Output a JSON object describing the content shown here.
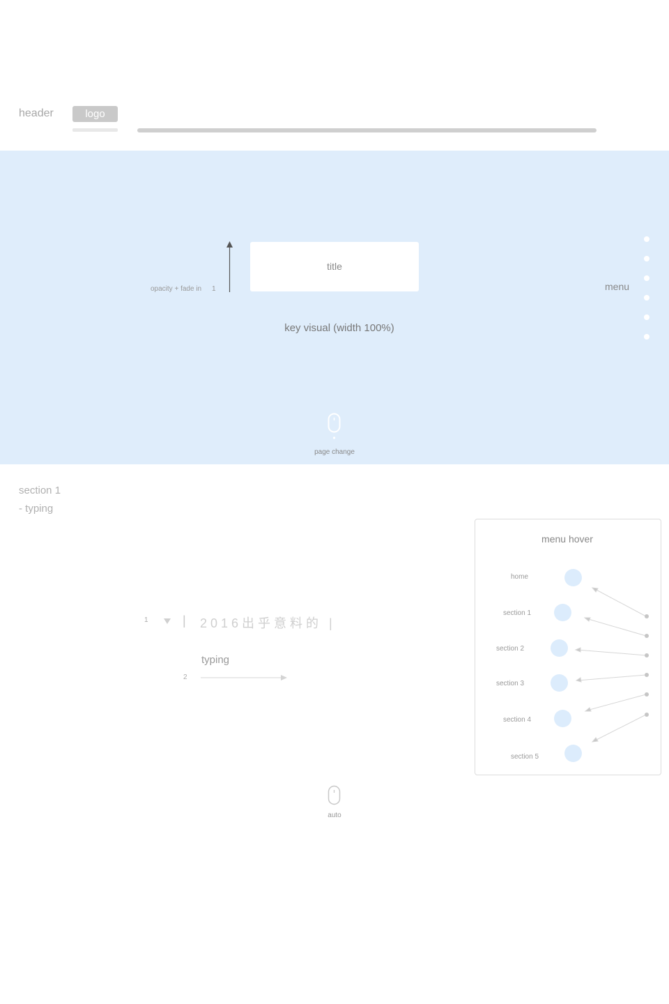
{
  "header": {
    "label": "header",
    "logo": "logo"
  },
  "key_visual": {
    "title": "title",
    "label": "key visual (width 100%)",
    "fade_note": "opacity + fade in",
    "fade_step": "1",
    "menu": "menu",
    "page_change": "page change",
    "menu_dot_count": 6
  },
  "section1": {
    "title_line1": "section 1",
    "title_line2": "- typing",
    "step1": "1",
    "cursor": "|",
    "typed_text": "2016出乎意料的 |",
    "typing_label": "typing",
    "step2": "2",
    "auto": "auto"
  },
  "menu_hover": {
    "title": "menu hover",
    "items": [
      "home",
      "section 1",
      "section 2",
      "section 3",
      "section 4",
      "section 5"
    ]
  },
  "colors": {
    "key_visual_bg": "#dfedfb",
    "circle": "#dcecfc",
    "logo_bg": "#c9c9c9"
  },
  "icons": [
    "mouse-icon",
    "arrow-up-icon",
    "triangle-down-icon",
    "arrow-right-icon"
  ]
}
